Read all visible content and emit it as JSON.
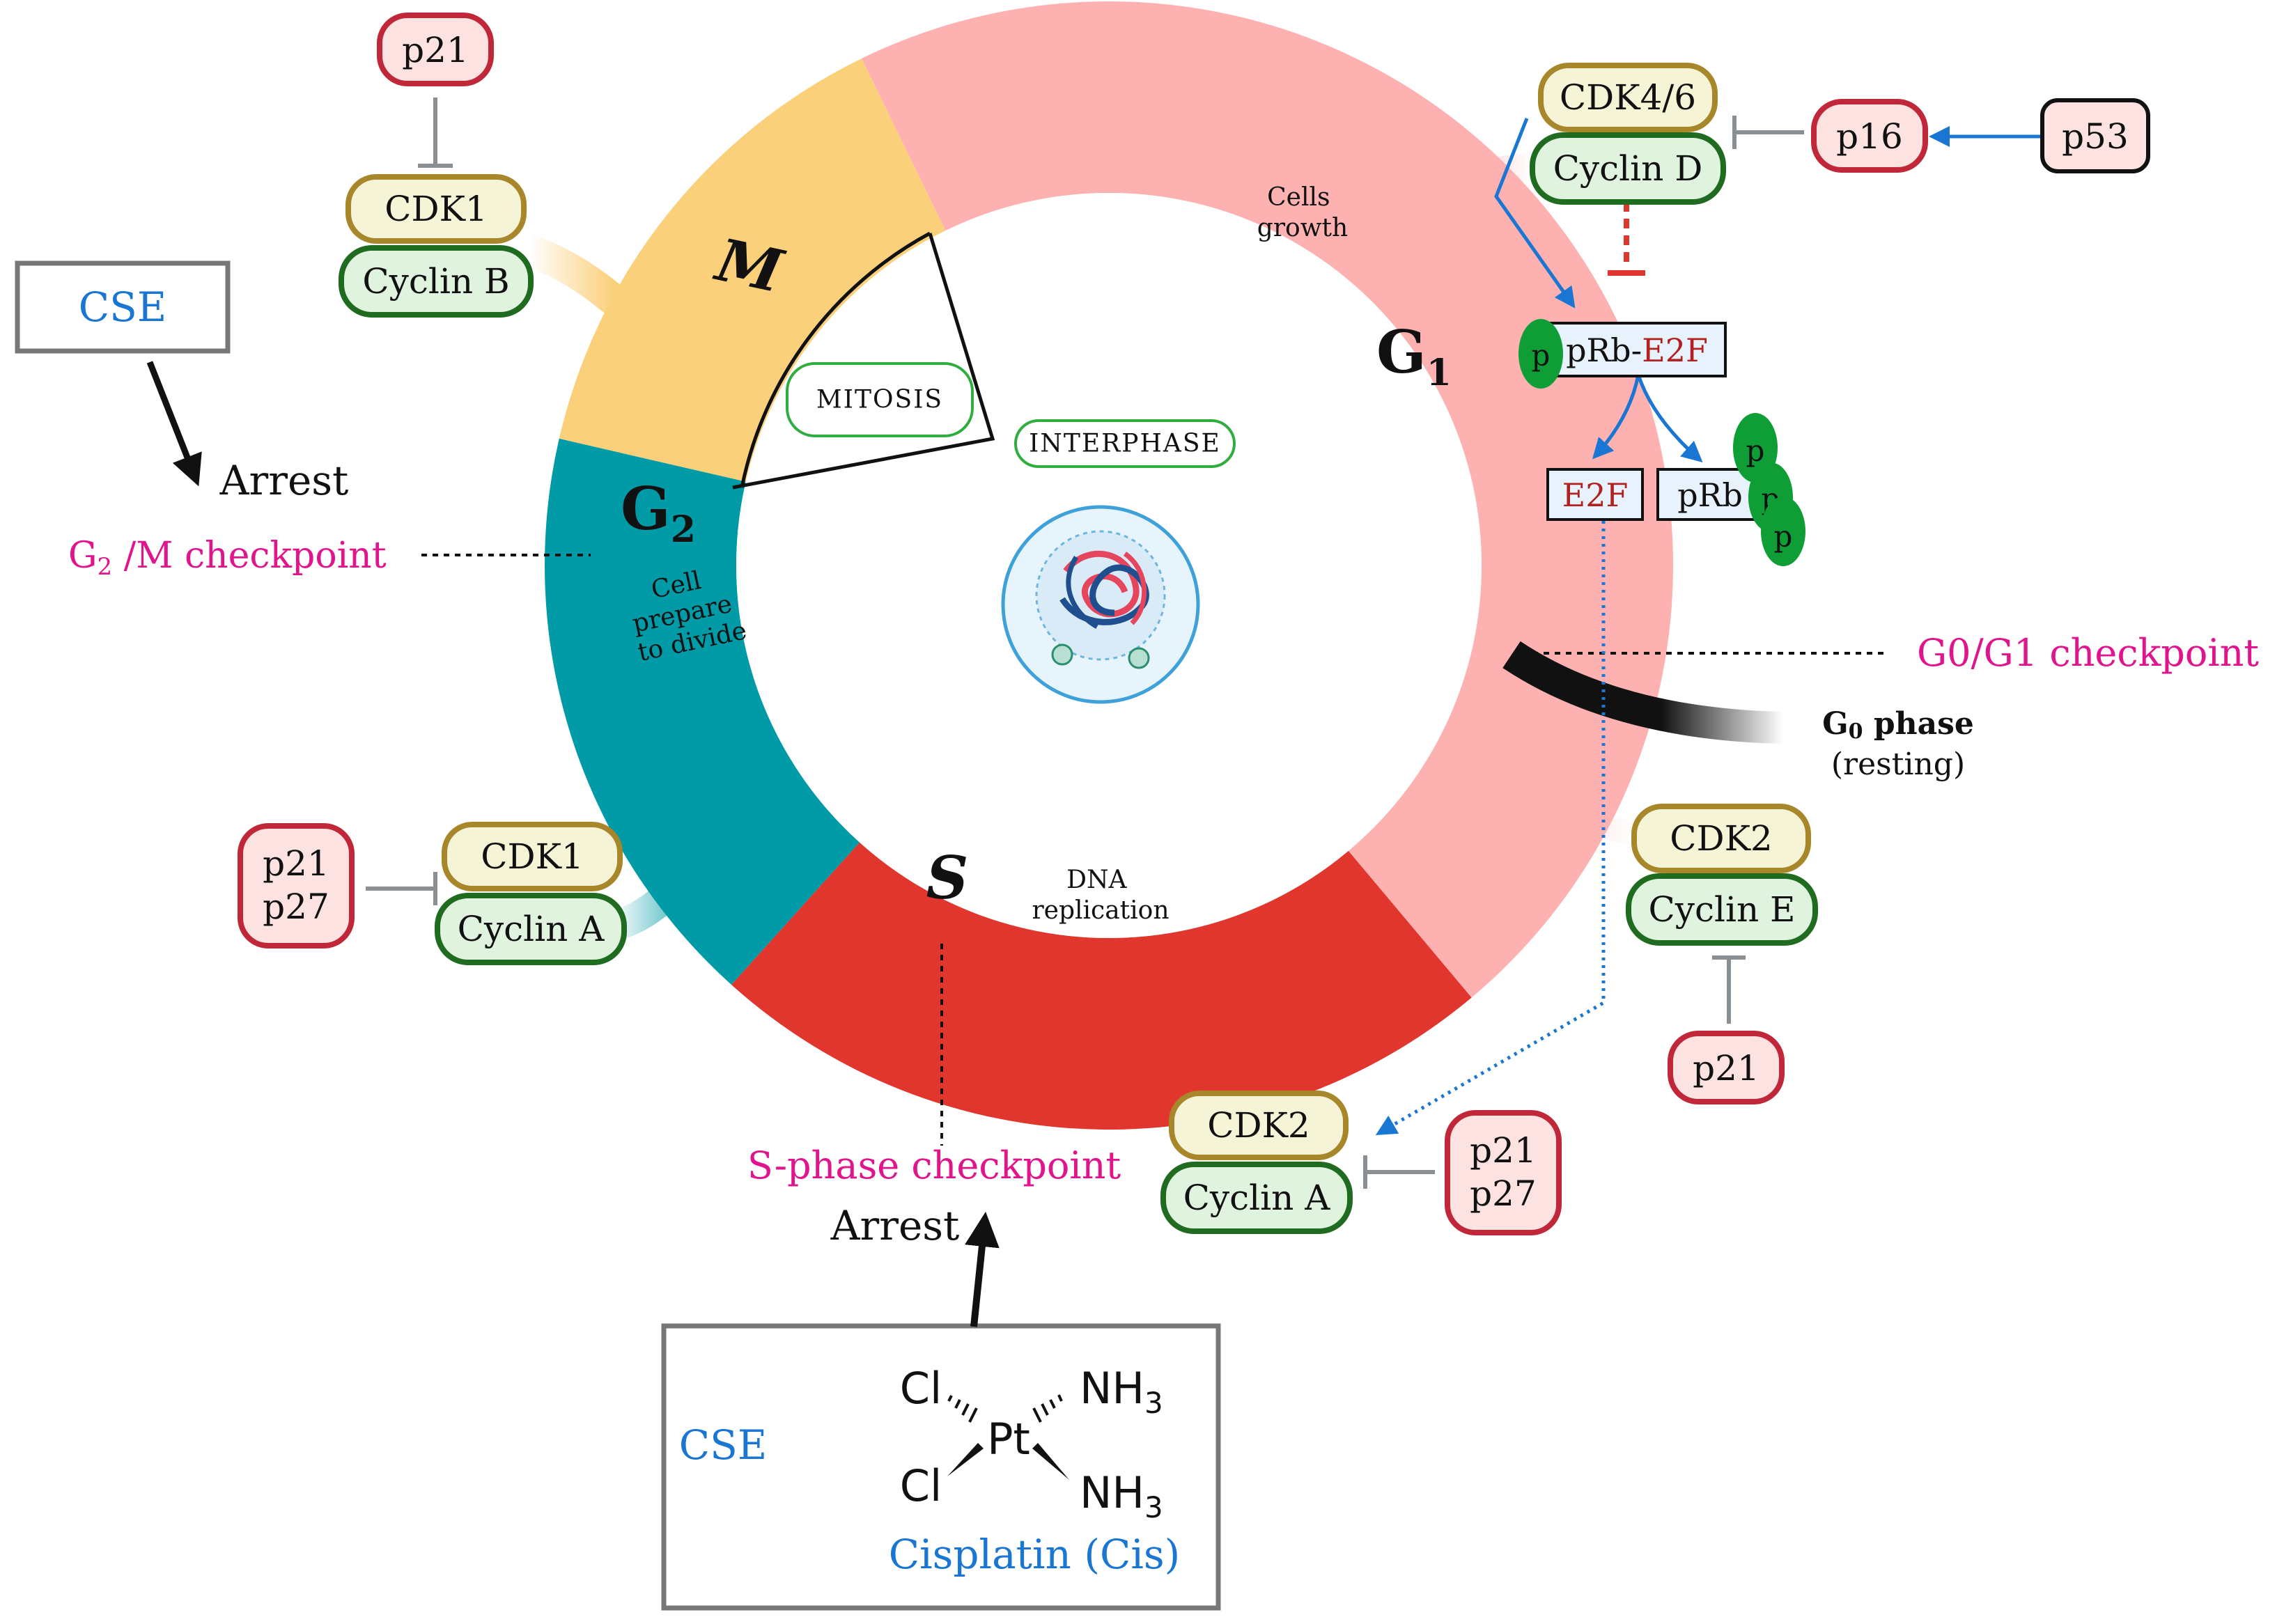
{
  "phases": {
    "g1": {
      "label": "G",
      "sub": "1",
      "desc": [
        "Cells",
        "growth"
      ]
    },
    "s": {
      "label": "S",
      "desc": [
        "DNA",
        "replication"
      ]
    },
    "g2": {
      "label": "G",
      "sub": "2",
      "desc": [
        "Cell",
        "prepare",
        "to divide"
      ]
    },
    "m": {
      "label": "M"
    }
  },
  "inner": {
    "mitosis": "MITOSIS",
    "interphase": "INTERPHASE"
  },
  "g0": {
    "label": "G",
    "sub": "0",
    "suffix": " phase",
    "resting": "(resting)"
  },
  "checkpoints": {
    "g0g1": "G0/G1 checkpoint",
    "g2m_g": "G",
    "g2m_sub": "2",
    "g2m_rest": " /M checkpoint",
    "s_phase": "S-phase checkpoint"
  },
  "arrest": {
    "left": "Arrest",
    "bottom": "Arrest"
  },
  "cse_left": "CSE",
  "drug_box": {
    "cse": "CSE",
    "name": "Cisplatin (Cis)",
    "cl_top": "Cl",
    "cl_bottom": "Cl",
    "pt": "Pt",
    "nh3_top": "NH",
    "nh3_bottom": "NH",
    "nh3_sub": "3"
  },
  "complexes": {
    "cdk1_b": {
      "cdk": "CDK1",
      "cyclin": "Cyclin B"
    },
    "cdk1_a": {
      "cdk": "CDK1",
      "cyclin": "Cyclin A"
    },
    "cdk46_d": {
      "cdk": "CDK4/6",
      "cyclin": "Cyclin D"
    },
    "cdk2_e": {
      "cdk": "CDK2",
      "cyclin": "Cyclin E"
    },
    "cdk2_a": {
      "cdk": "CDK2",
      "cyclin": "Cyclin A"
    }
  },
  "inhibitors": {
    "p21_top": "p21",
    "p21p27_left": [
      "p21",
      "p27"
    ],
    "p16": "p16",
    "p53": "p53",
    "p21_right": "p21",
    "p21p27_bottom": [
      "p21",
      "p27"
    ]
  },
  "prb": {
    "p": "p",
    "prb_prefix": "pRb-",
    "e2f": "E2F",
    "e2f_free": "E2F",
    "prb_free": "pRb",
    "phospho": [
      "p",
      "p",
      "p"
    ]
  },
  "colors": {
    "g1": "#fdb1b1",
    "s": "#e0362e",
    "g2": "#009ba6",
    "m": "#fbd07b",
    "magenta": "#e0148c",
    "blue": "#1976d2",
    "cdk_stroke": "#a8862a",
    "cdk_fill": "#f6f4d6",
    "cyclin_stroke": "#1f6b1f",
    "cyclin_fill": "#dff3df",
    "inhib_stroke": "#c0283a",
    "inhib_fill": "#fde2e2",
    "phospho": "#0f9d35"
  }
}
